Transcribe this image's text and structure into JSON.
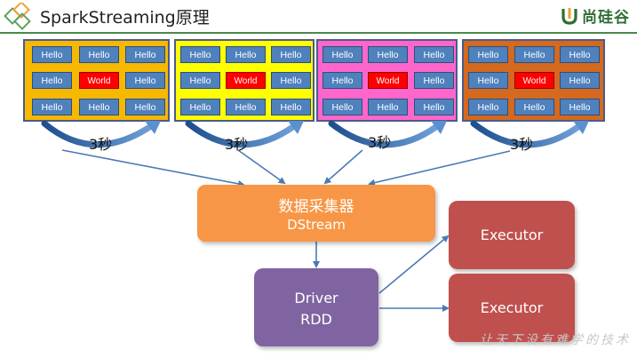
{
  "header": {
    "title": "SparkStreaming原理",
    "brand": "尚硅谷"
  },
  "batches": [
    {
      "bg": "#f6b800",
      "interval": "3秒",
      "rows": [
        [
          "Hello",
          "Hello",
          "Hello"
        ],
        [
          "Hello",
          "World",
          "Hello"
        ],
        [
          "Hello",
          "Hello",
          "Hello"
        ]
      ]
    },
    {
      "bg": "#ffff00",
      "interval": "3秒",
      "rows": [
        [
          "Hello",
          "Hello",
          "Hello"
        ],
        [
          "Hello",
          "World",
          "Hello"
        ],
        [
          "Hello",
          "Hello",
          "Hello"
        ]
      ]
    },
    {
      "bg": "#ff66cc",
      "interval": "3秒",
      "rows": [
        [
          "Hello",
          "Hello",
          "Hello"
        ],
        [
          "Hello",
          "World",
          "Hello"
        ],
        [
          "Hello",
          "Hello",
          "Hello"
        ]
      ]
    },
    {
      "bg": "#d4691f",
      "interval": "3秒",
      "rows": [
        [
          "Hello",
          "Hello",
          "Hello"
        ],
        [
          "Hello",
          "World",
          "Hello"
        ],
        [
          "Hello",
          "Hello",
          "Hello"
        ]
      ]
    }
  ],
  "collector": {
    "line1": "数据采集器",
    "line2": "DStream",
    "color": "#f79646"
  },
  "driver": {
    "line1": "Driver",
    "line2": "RDD",
    "color": "#8064a2"
  },
  "executors": [
    {
      "label": "Executor",
      "color": "#c0504d"
    },
    {
      "label": "Executor",
      "color": "#c0504d"
    }
  ],
  "watermark": "让天下没有难学的技术",
  "colors": {
    "cell": "#4f81bd",
    "world": "#ff0000",
    "arrow": "#4a7ab5",
    "header_rule": "#4a8a4a"
  }
}
